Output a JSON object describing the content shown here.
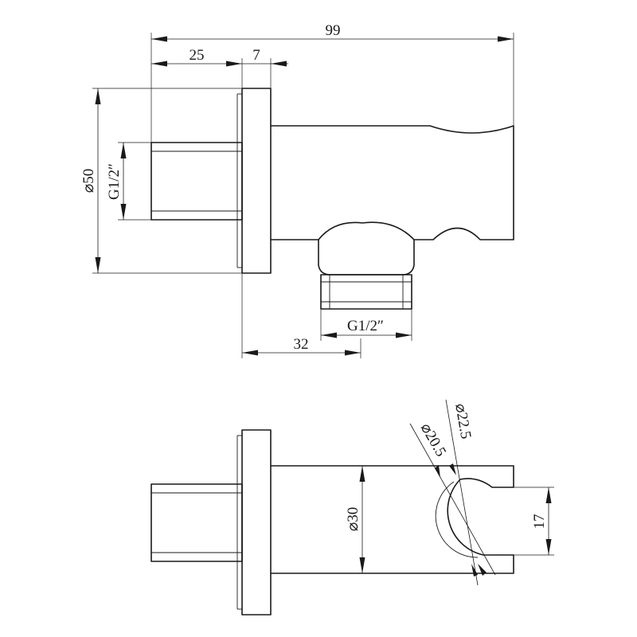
{
  "dimensions": {
    "overall_length": "99",
    "thread_length": "25",
    "flange_thickness": "7",
    "flange_diameter": "⌀50",
    "inlet_thread": "G1/2″",
    "outlet_thread": "G1/2″",
    "outlet_offset": "32",
    "holder_diameter": "⌀30",
    "holder_opening": "17",
    "cradle_inner_diameter": "⌀20.5",
    "cradle_outer_diameter": "⌀22.5"
  }
}
